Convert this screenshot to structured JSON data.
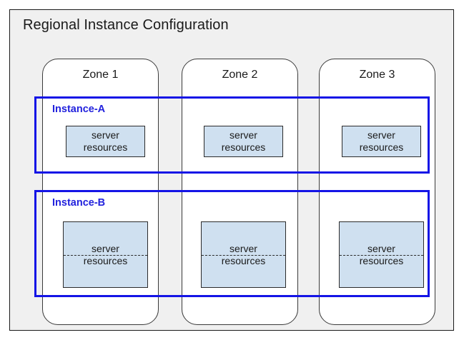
{
  "diagram": {
    "title": "Regional Instance Configuration",
    "background_color": "#f0f0f0",
    "border_color": "#1a1a1a"
  },
  "zones": [
    {
      "label": "Zone 1"
    },
    {
      "label": "Zone 2"
    },
    {
      "label": "Zone 3"
    }
  ],
  "instances": [
    {
      "label": "Instance-A",
      "color": "#2222dd",
      "border_color": "#1414e6",
      "resources": [
        {
          "line1": "server",
          "line2": "resources"
        },
        {
          "line1": "server",
          "line2": "resources"
        },
        {
          "line1": "server",
          "line2": "resources"
        }
      ]
    },
    {
      "label": "Instance-B",
      "color": "#2222dd",
      "border_color": "#1414e6",
      "resources": [
        {
          "line1": "server",
          "line2": "resources"
        },
        {
          "line1": "server",
          "line2": "resources"
        },
        {
          "line1": "server",
          "line2": "resources"
        }
      ]
    }
  ],
  "resource_box": {
    "fill_color": "#cfe0f0",
    "border_color": "#2b2b2b"
  }
}
